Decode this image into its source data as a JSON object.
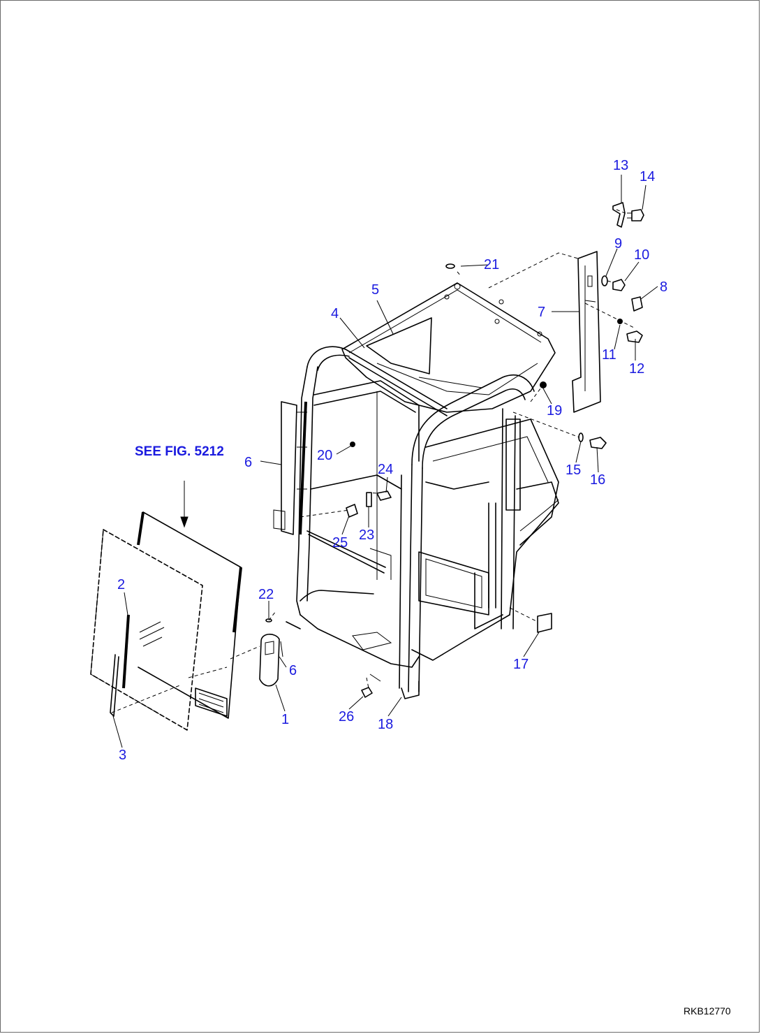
{
  "diagram": {
    "reference_text": "SEE FIG. 5212",
    "drawing_code": "RKB12770",
    "callouts": {
      "c1": "1",
      "c2": "2",
      "c3": "3",
      "c4": "4",
      "c5": "5",
      "c6a": "6",
      "c6b": "6",
      "c7": "7",
      "c8": "8",
      "c9": "9",
      "c10": "10",
      "c11": "11",
      "c12": "12",
      "c13": "13",
      "c14": "14",
      "c15": "15",
      "c16": "16",
      "c17": "17",
      "c18": "18",
      "c19": "19",
      "c20": "20",
      "c21": "21",
      "c22": "22",
      "c23": "23",
      "c24": "24",
      "c25": "25",
      "c26": "26"
    },
    "colors": {
      "callout": "#1a1adf",
      "line": "#000000",
      "border": "#6a6a6a"
    }
  }
}
